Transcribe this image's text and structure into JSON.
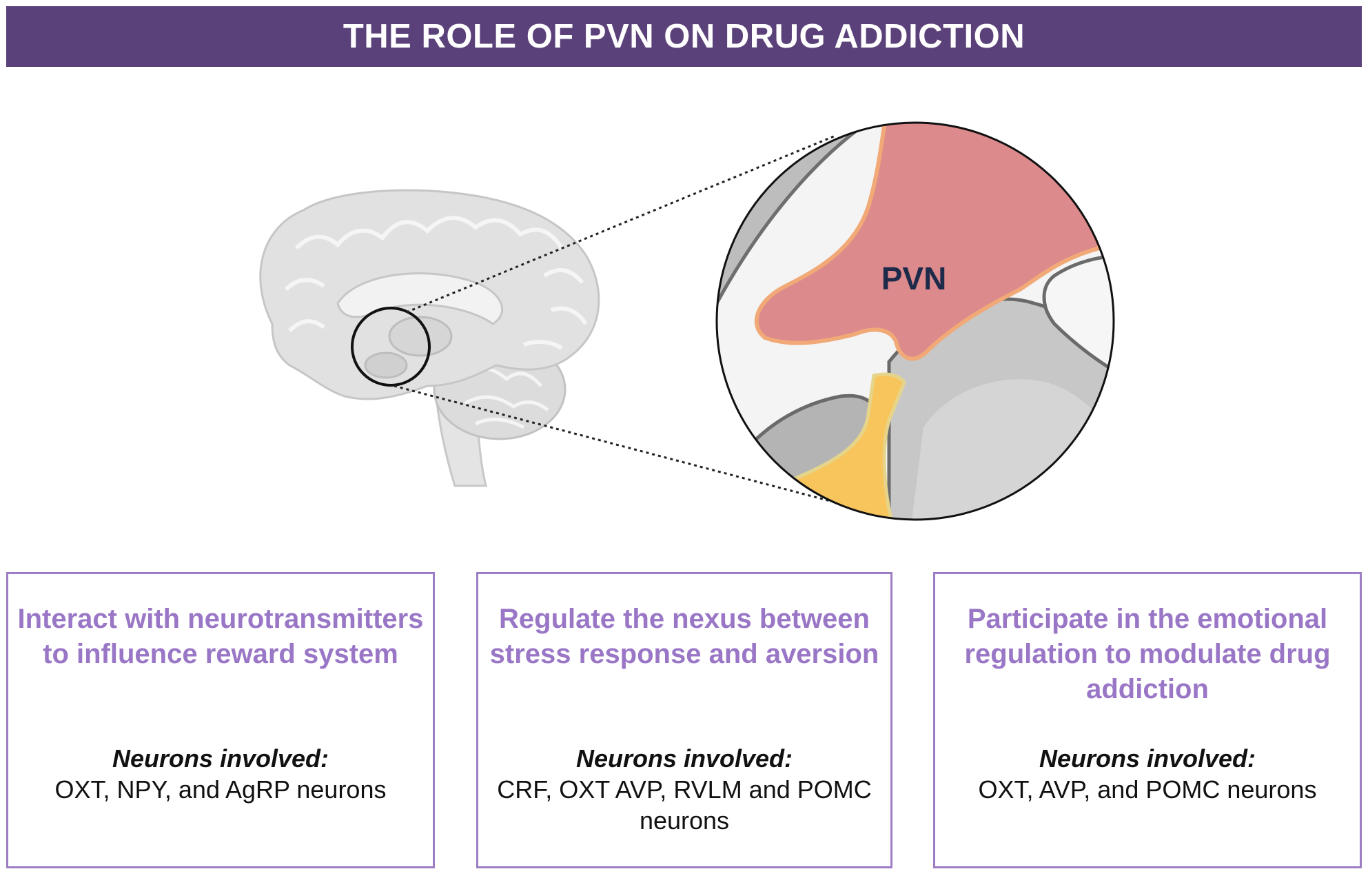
{
  "title": "THE ROLE OF PVN ON DRUG ADDICTION",
  "zoom_label": "PVN",
  "cards": [
    {
      "heading": "Interact with neurotransmitters to influence reward system",
      "subheading": "Neurons involved:",
      "body": "OXT,  NPY, and AgRP neurons"
    },
    {
      "heading": "Regulate the nexus between stress response and aversion",
      "subheading": "Neurons involved:",
      "body": "CRF, OXT AVP, RVLM and POMC  neurons"
    },
    {
      "heading": "Participate in the emotional regulation to modulate drug addiction",
      "subheading": "Neurons involved:",
      "body": "OXT, AVP, and POMC neurons"
    }
  ],
  "colors": {
    "banner": "#5b4179",
    "card_border": "#9d7ec4",
    "card_heading": "#9a77c6",
    "pvn_region": "#dc8a8c",
    "pituitary_stalk": "#f8c55c",
    "label_text": "#1d2a4a"
  }
}
